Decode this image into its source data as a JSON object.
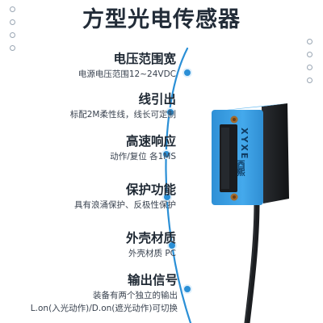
{
  "title": "方型光电传感器",
  "colors": {
    "accent": "#2a8fd6",
    "sensor_blue": "#3a9ee4",
    "sensor_dark": "#1d1f22",
    "text": "#1f2a36"
  },
  "features": [
    {
      "title": "电压范围宽",
      "desc": "电源电压范围12~24VDC"
    },
    {
      "title": "线引出",
      "desc": "标配2M柔性线，线长可定制"
    },
    {
      "title": "高速响应",
      "desc": "动作/复位 各1MS"
    },
    {
      "title": "保护功能",
      "desc": "具有浪涌保护、反极性保护"
    },
    {
      "title": "外壳材质",
      "desc": "外壳材质 PC"
    },
    {
      "title": "输出信号",
      "desc": "装备有两个独立的输出",
      "desc2": "L.on(入光动作)/D.on(遮光动作)可切换"
    }
  ],
  "brand": {
    "latin": "XYXE",
    "chinese": "西熙"
  }
}
